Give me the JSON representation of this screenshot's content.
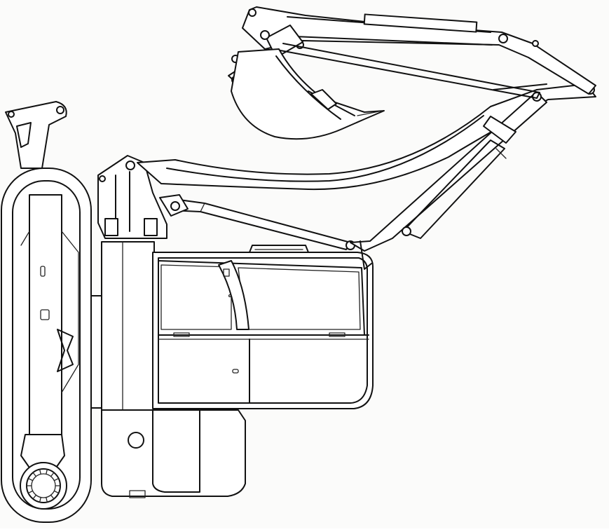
{
  "figure": {
    "subject": "excavator-top-view",
    "colors": {
      "line": "#111111",
      "paper": "#fbfbfa",
      "fill": "#ffffff"
    },
    "parts": [
      "track-left",
      "sprocket",
      "upper-frame",
      "cab",
      "counterweight",
      "boom",
      "boom-cylinder",
      "arm",
      "arm-cylinder",
      "bucket",
      "bucket-cylinder",
      "dozer-blade"
    ]
  }
}
